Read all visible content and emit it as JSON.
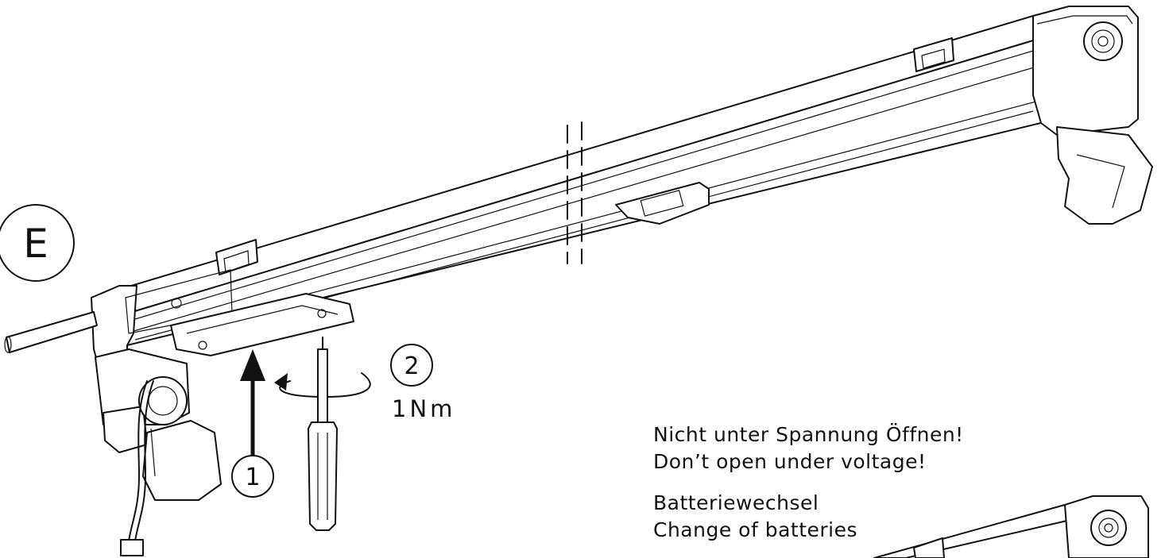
{
  "figure": {
    "section_label": "E",
    "step_1": "1",
    "step_2": "2",
    "torque": "1Nm",
    "warning_de": "Nicht unter Spannung Öffnen!",
    "warning_en": "Don’t open under voltage!",
    "battery_de": "Batteriewechsel",
    "battery_en": "Change of batteries"
  }
}
